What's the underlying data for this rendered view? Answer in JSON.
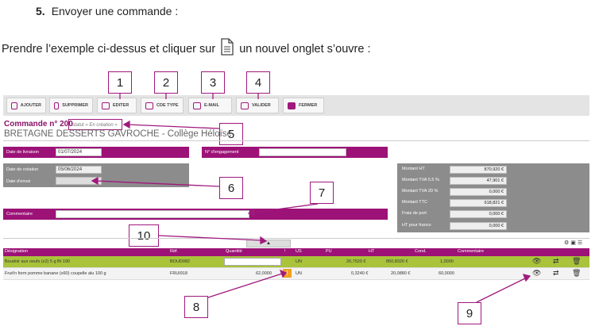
{
  "heading": {
    "number": "5.",
    "text": "Envoyer une commande :"
  },
  "intro": {
    "before": "Prendre l’exemple ci-dessus et cliquer sur",
    "after": "un nouvel onglet s’ouvre :"
  },
  "callouts": [
    "1",
    "2",
    "3",
    "4",
    "5",
    "6",
    "7",
    "8",
    "9",
    "10"
  ],
  "toolbar": {
    "ajouter": "AJOUTER",
    "supprimer": "SUPPRIMER",
    "editer": "EDITER",
    "cde_type": "CDE TYPE",
    "email": "E-MAIL",
    "valider": "VALIDER",
    "fermer": "FERMER"
  },
  "order": {
    "title": "Commande n° 200",
    "statut": "statut « En création »",
    "client": "BRETAGNE DESSERTS GAVROCHE - Collège Héloïse"
  },
  "form": {
    "date_livraison_label": "Date de livraison",
    "date_livraison": "01/07/2024",
    "engagement_label": "N° d'engagement",
    "engagement": "",
    "date_creation_label": "Date de création",
    "date_creation": "05/06/2024",
    "date_envoi_label": "Date d'envoi",
    "date_envoi": "",
    "commentaire_label": "Commentaire",
    "commentaire": ""
  },
  "totals": [
    {
      "label": "Montant HT",
      "value": "870,920 €"
    },
    {
      "label": "Montant TVA 5.5 %",
      "value": "47,901 €"
    },
    {
      "label": "Montant TVA 20 %",
      "value": "0,000 €"
    },
    {
      "label": "Montant TTC",
      "value": "918,821 €"
    },
    {
      "label": "Frais de port",
      "value": "0,000 €"
    },
    {
      "label": "HT pour franco",
      "value": "0,000 €"
    }
  ],
  "table": {
    "headers": [
      "Désignation",
      "Réf.",
      "Quantité",
      "!",
      "US",
      "PU",
      "HT",
      "Cond.",
      "Commentaire"
    ],
    "rows": [
      {
        "designation": "Boudoir aux oeufs (x2) 5 g Bt 190",
        "ref": "BOUD082",
        "qty": "",
        "us": "UN",
        "pu": "20,7520 €",
        "ht": "850,8320 €",
        "cond": "1,0000"
      },
      {
        "designation": "Fruit'n form pomme banane (x60) coupelle alu 100 g",
        "ref": "FRUI918",
        "qty": "62,0000",
        "us": "UN",
        "pu": "0,3240 €",
        "ht": "20,0880 €",
        "cond": "60,0000"
      }
    ]
  },
  "colors": {
    "accent": "#9c1277",
    "selected_row": "#a9c33b"
  }
}
